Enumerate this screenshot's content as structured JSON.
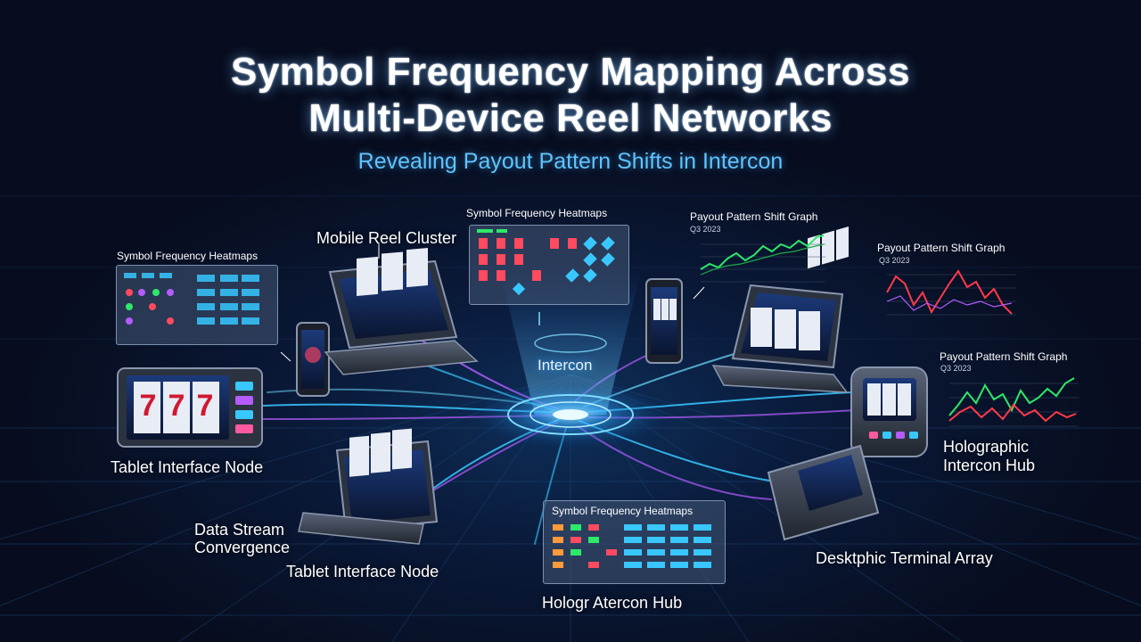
{
  "title": {
    "line1": "Symbol Frequency Mapping Across",
    "line2": "Multi-Device Reel Networks",
    "subtitle": "Revealing Payout Pattern Shifts in Intercon"
  },
  "hub": {
    "label": "Intercon"
  },
  "heatmaps": [
    {
      "title": "Symbol Frequency Heatmaps"
    },
    {
      "title": "Symbol Frequency Heatmaps"
    },
    {
      "title": "Symbol Frequency Heatmaps"
    }
  ],
  "graphs": [
    {
      "title": "Payout Pattern Shift Graph",
      "period": "Q3 2023"
    },
    {
      "title": "Payout Pattern Shift Graph",
      "period": "Q3 2023"
    },
    {
      "title": "Payout Pattern Shift Graph",
      "period": "Q3 2023"
    }
  ],
  "nodes": {
    "mobile_reel_cluster": "Mobile Reel Cluster",
    "tablet_node_left": "Tablet Interface Node",
    "tablet_node_bottom": "Tablet Interface Node",
    "data_stream_line1": "Data Stream",
    "data_stream_line2": "Convergence",
    "holographic_line1": "Holographic",
    "holographic_line2": "Intercon  Hub",
    "desktop_terminal": "Desktphic Terminal Array",
    "holo_hub_bottom": "Hologr Atercon  Hub"
  },
  "reel_symbols": [
    "7",
    "7",
    "7"
  ],
  "colors": {
    "background": "#070d1f",
    "accent_cyan": "#38c8ff",
    "accent_purple": "#b45cff",
    "graph_green": "#2ee86a",
    "graph_red": "#ff3a4a"
  }
}
